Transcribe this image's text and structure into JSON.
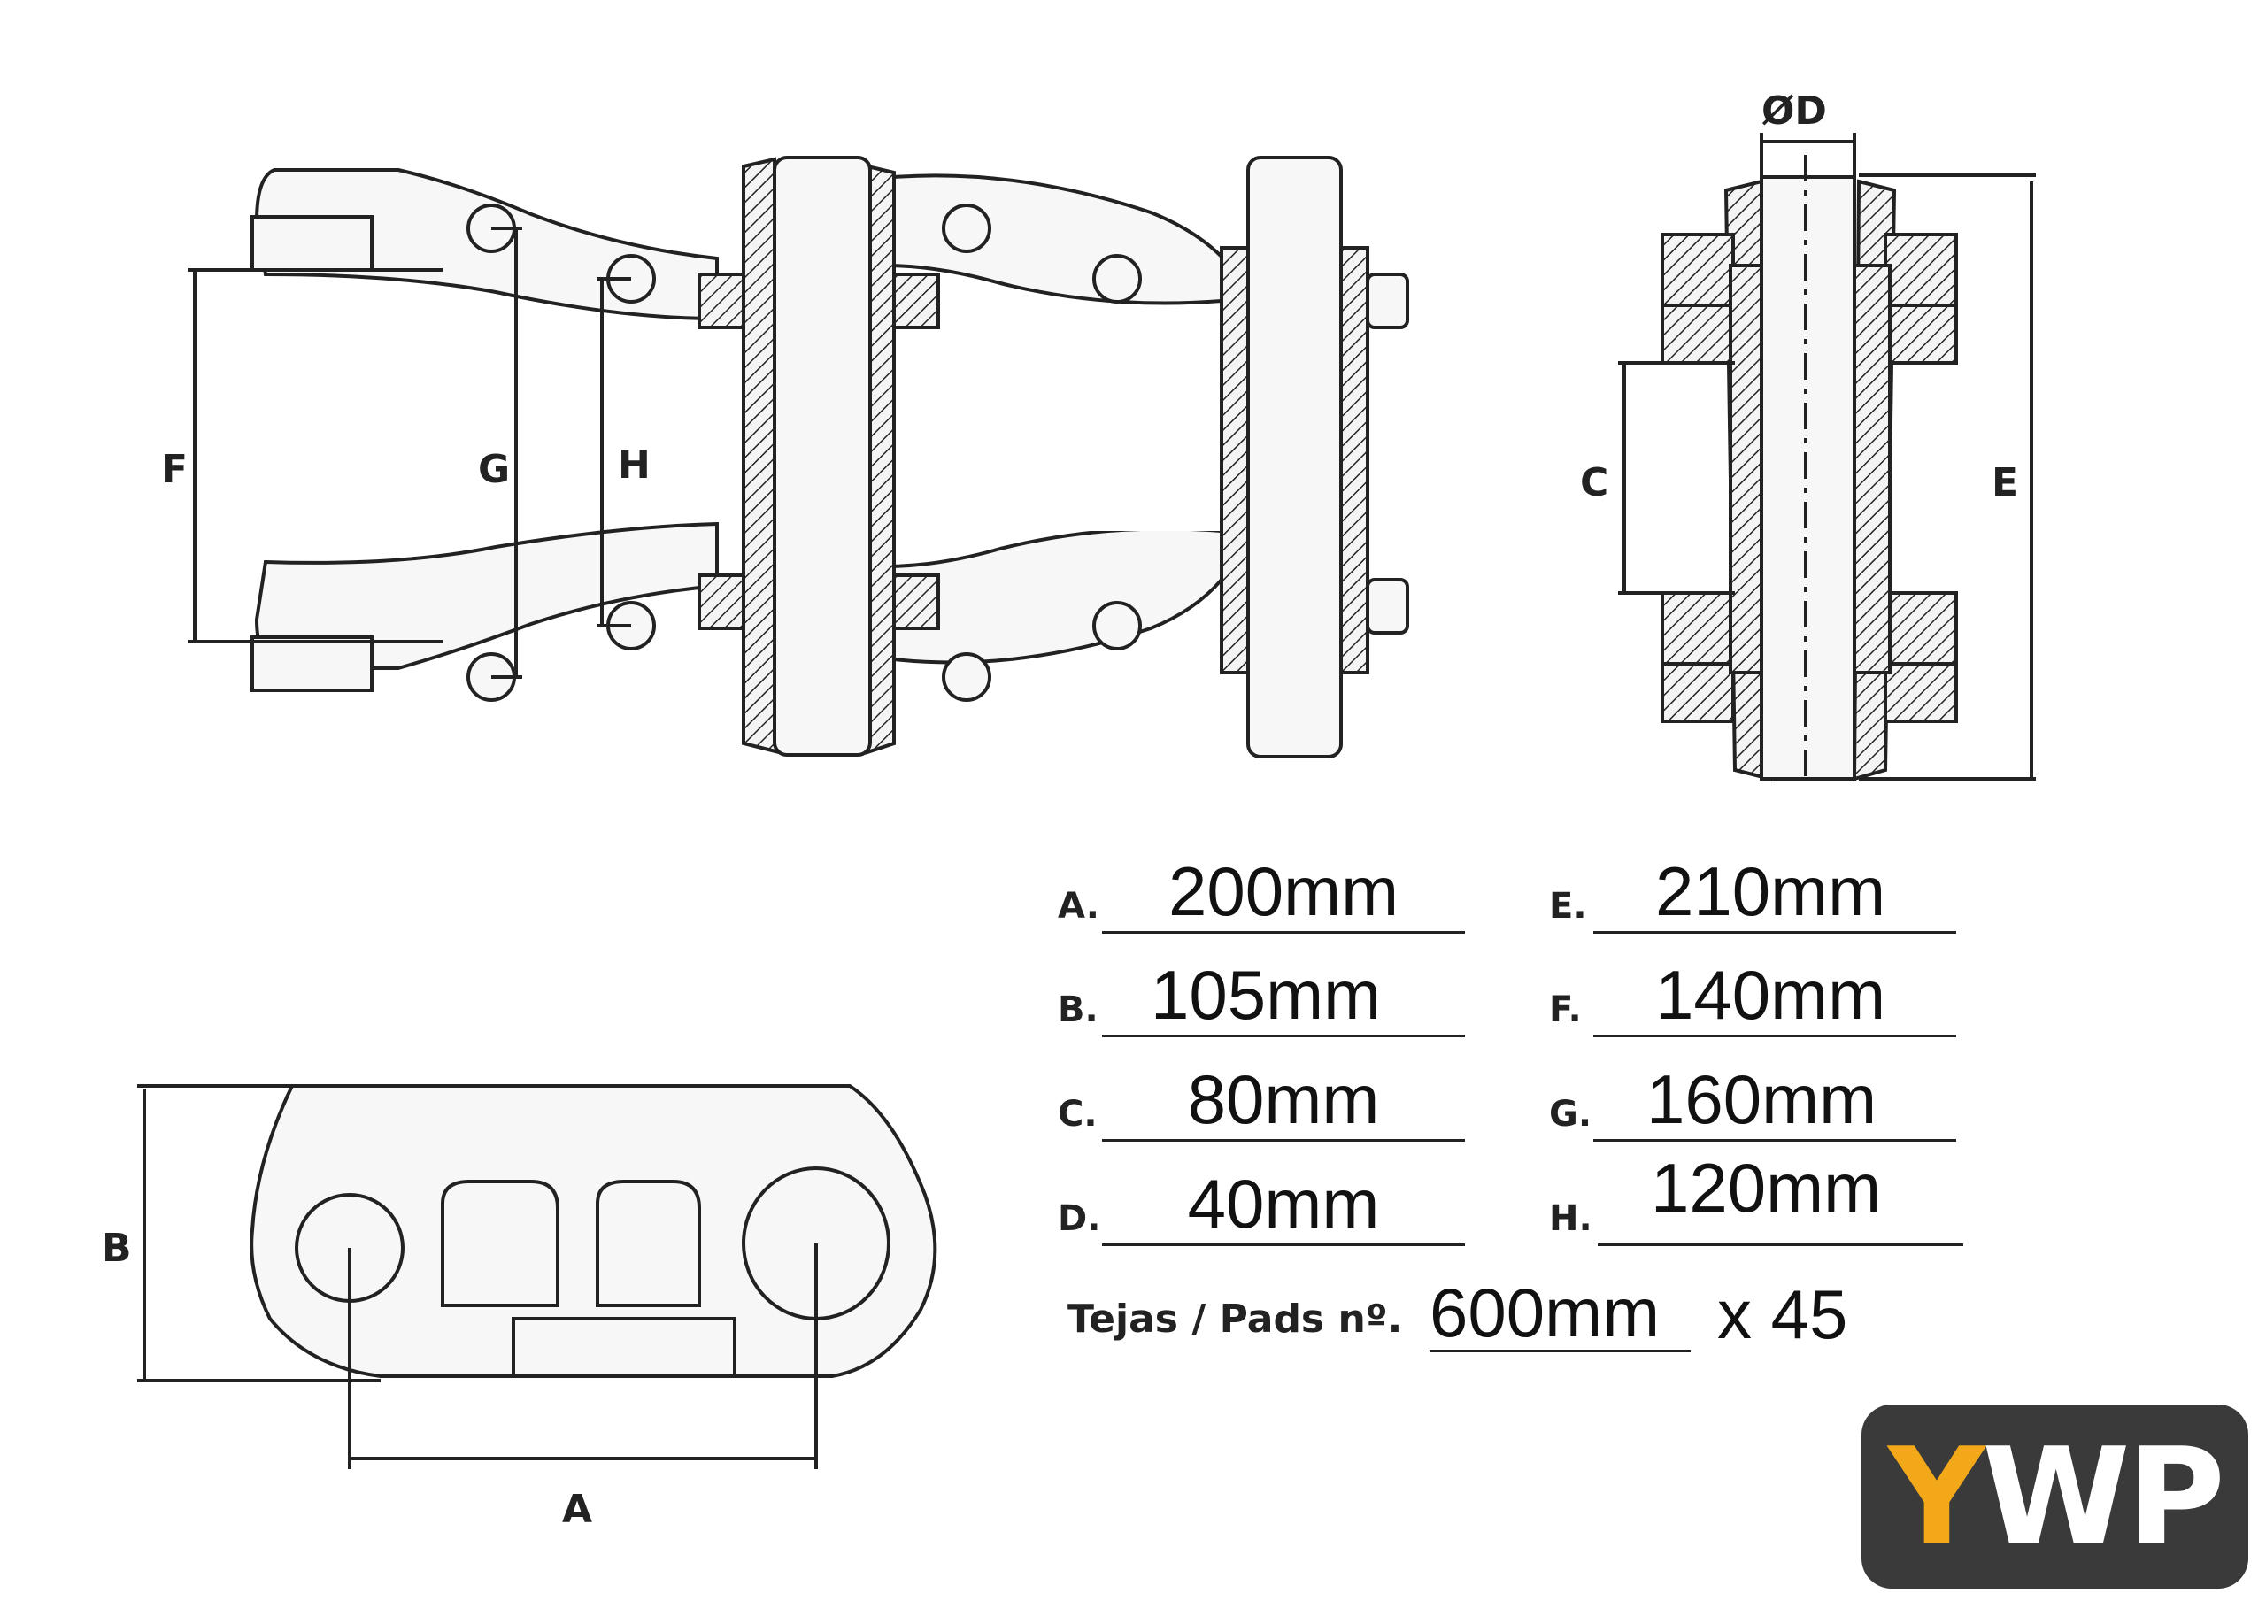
{
  "diagram": {
    "top_view_labels": {
      "f": "F",
      "g": "G",
      "h": "H"
    },
    "side_view_labels": {
      "c": "C",
      "d": "ØD",
      "e": "E"
    },
    "bottom_view_labels": {
      "a": "A",
      "b": "B"
    }
  },
  "specs": [
    {
      "letter": "A.",
      "value": "200mm"
    },
    {
      "letter": "B.",
      "value": "105mm"
    },
    {
      "letter": "C.",
      "value": "80mm"
    },
    {
      "letter": "D.",
      "value": "40mm"
    },
    {
      "letter": "E.",
      "value": "210mm"
    },
    {
      "letter": "F.",
      "value": "140mm"
    },
    {
      "letter": "G.",
      "value": "160mm"
    },
    {
      "letter": "H.",
      "value": "120mm"
    }
  ],
  "pads": {
    "label": "Tejas / Pads nº.",
    "value": "600mm",
    "count": "x 45"
  },
  "logo": {
    "y": "Y",
    "wp": "WP"
  },
  "colors": {
    "logo_bg": "#3a3a3a",
    "logo_y": "#f2a818",
    "logo_wp": "#ffffff",
    "line": "#222222"
  }
}
